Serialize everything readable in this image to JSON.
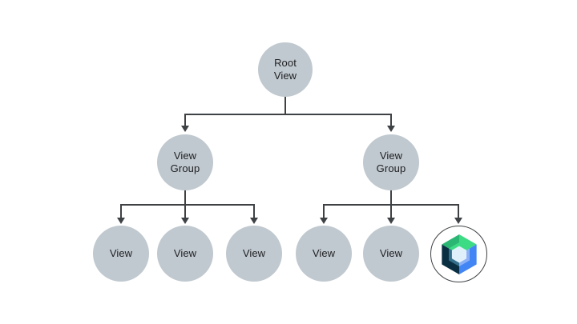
{
  "diagram": {
    "description": "View hierarchy tree with Root View, two View Groups, Views and a Jetpack Compose node",
    "nodes": {
      "root": {
        "label": "Root\nView"
      },
      "group_left": {
        "label": "View\nGroup"
      },
      "group_right": {
        "label": "View\nGroup"
      },
      "view_1": {
        "label": "View"
      },
      "view_2": {
        "label": "View"
      },
      "view_3": {
        "label": "View"
      },
      "view_4": {
        "label": "View"
      },
      "view_5": {
        "label": "View"
      },
      "compose": {
        "icon": "jetpack-compose-logo"
      }
    },
    "colors": {
      "node_fill": "#c0c9cf",
      "node_text": "#202124",
      "connector": "#3f4245",
      "compose_green": "#3ddb84",
      "compose_green_dark": "#2bb673",
      "compose_blue": "#4285f4",
      "compose_blue_light": "#8cb0f5",
      "compose_navy": "#0a2f42",
      "compose_teal": "#346f8c",
      "compose_center": "#dff0fa",
      "background": "#ffffff"
    }
  }
}
